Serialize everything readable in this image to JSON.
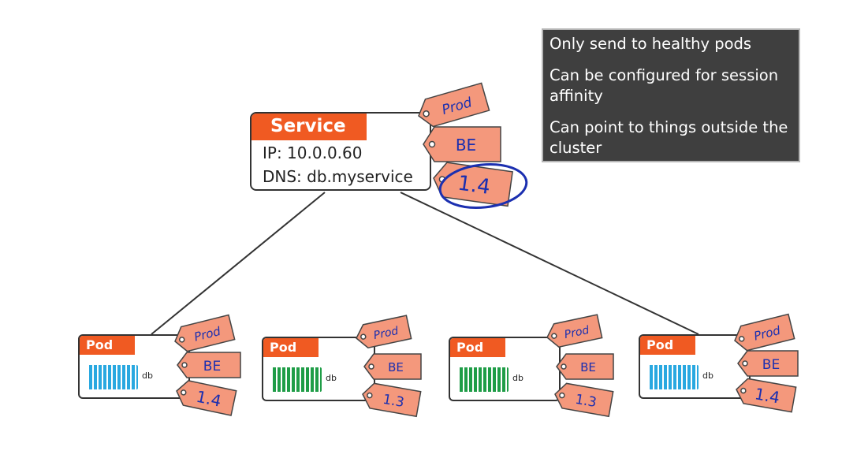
{
  "note": {
    "lines": [
      "Only send to healthy pods",
      "Can be configured for session affinity",
      "Can point to things outside the cluster"
    ]
  },
  "service": {
    "title": "Service",
    "ip": "IP: 10.0.0.60",
    "dns": "DNS: db.myservice"
  },
  "service_tags": [
    "Prod",
    "BE",
    "1.4"
  ],
  "pods": [
    {
      "title": "Pod",
      "container_label": "db",
      "container_color": "#29a8e0",
      "tags": [
        "Prod",
        "BE",
        "1.4"
      ]
    },
    {
      "title": "Pod",
      "container_label": "db",
      "container_color": "#1f9d47",
      "tags": [
        "Prod",
        "BE",
        "1.3"
      ]
    },
    {
      "title": "Pod",
      "container_label": "db",
      "container_color": "#1f9d47",
      "tags": [
        "Prod",
        "BE",
        "1.3"
      ]
    },
    {
      "title": "Pod",
      "container_label": "db",
      "container_color": "#29a8e0",
      "tags": [
        "Prod",
        "BE",
        "1.4"
      ]
    }
  ],
  "colors": {
    "accent": "#f05a22",
    "tag": "#f4987c",
    "ink": "#1b2fb0"
  }
}
